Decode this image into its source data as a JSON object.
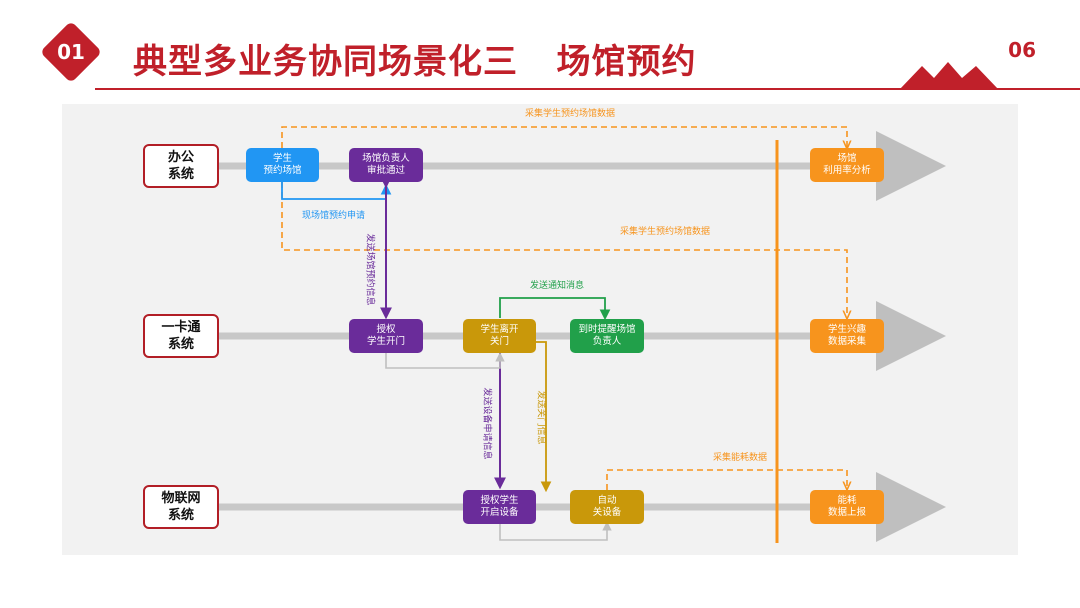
{
  "header": {
    "section_number": "01",
    "title": "典型多业务协同场景化三   场馆预约",
    "page_number": "06"
  },
  "colors": {
    "brand_red": "#c0202a",
    "blue": "#2196f3",
    "purple": "#6a2c9a",
    "gold": "#c9980a",
    "green": "#21a04a",
    "orange": "#f7941d"
  },
  "systems": {
    "office": "办公\n系统",
    "card": "一卡通\n系统",
    "iot": "物联网\n系统"
  },
  "nodes": {
    "student_reserve": "学生\n预约场馆",
    "manager_approve": "场馆负责人\n审批通过",
    "venue_usage": "场馆\n利用率分析",
    "auth_open": "授权\n学生开门",
    "student_leave": "学生离开\n关门",
    "remind_manager": "到时提醒场馆\n负责人",
    "interest_collect": "学生兴趣\n数据采集",
    "auth_device": "授权学生\n开启设备",
    "auto_close": "自动\n关设备",
    "energy_report": "能耗\n数据上报"
  },
  "labels": {
    "collect_top": "采集学生预约场馆数据",
    "collect_mid": "采集学生预约场馆数据",
    "onsite_apply": "现场馆预约申请",
    "send_notice": "发送通知消息",
    "send_venue_reserve": "发送场馆预约信息",
    "send_device_apply": "发送设备申请信息",
    "send_close_info": "发送关门信息",
    "collect_energy": "采集能耗数据"
  }
}
